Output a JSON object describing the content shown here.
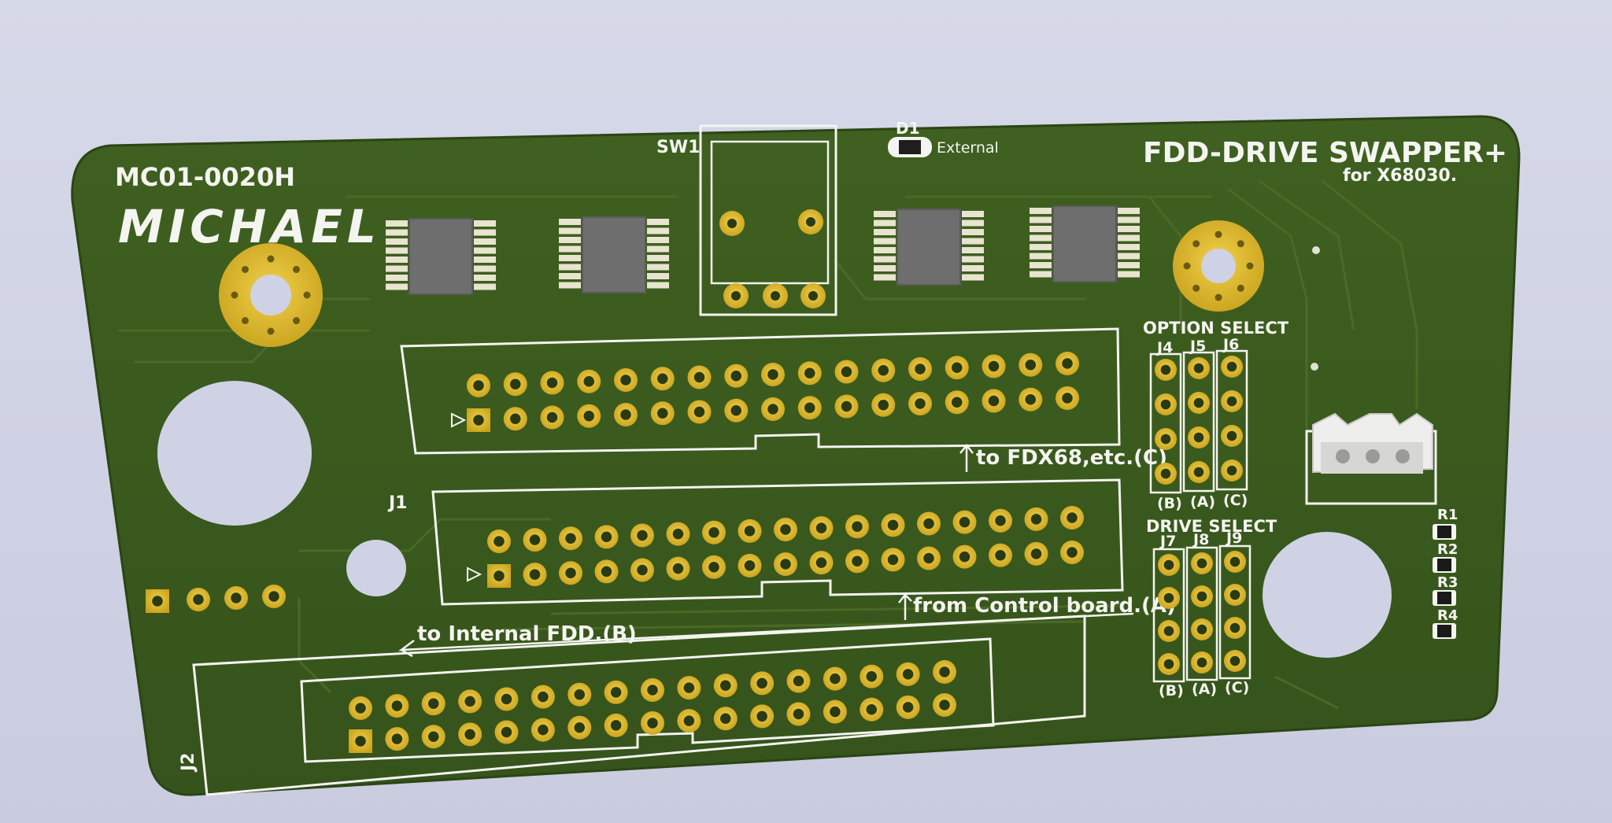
{
  "board": {
    "title": "FDD-DRIVE SWAPPER+",
    "subtitle": "for X68030.",
    "part_number": "MC01-0020H",
    "author_signature": "MICHAEL",
    "colors": {
      "board": "#3b5a1e",
      "board_edge": "#2f4a17",
      "trace": "#4f6e28",
      "pad": "#e2bd2a",
      "pad_hole": "#2a3a12",
      "silkscreen": "#f4f4f0",
      "ic_body": "#6a6a6a"
    }
  },
  "refdes": {
    "sw1": "SW1",
    "d1": "D1",
    "d1_label": "External",
    "j1": "J1",
    "j2": "J2",
    "j4": "J4",
    "j5": "J5",
    "j6": "J6",
    "j7": "J7",
    "j8": "J8",
    "j9": "J9",
    "r1": "R1",
    "r2": "R2",
    "r3": "R3",
    "r4": "R4"
  },
  "labels": {
    "option_select": "OPTION SELECT",
    "drive_select": "DRIVE SELECT",
    "to_fdx68": "to FDX68,etc.(C)",
    "from_control": "from Control board.(A)",
    "to_internal": "to Internal FDD.(B)",
    "sel_b": "(B)",
    "sel_a": "(A)",
    "sel_c": "(C)"
  },
  "connectors": {
    "pins_per_row": 17,
    "rows": 2
  }
}
